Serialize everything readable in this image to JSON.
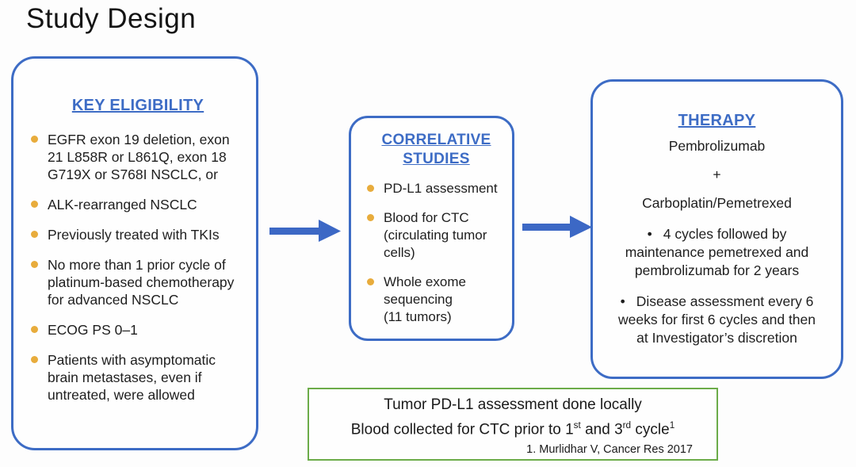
{
  "title": "Study Design",
  "colors": {
    "accent_blue": "#3d6cc5",
    "arrow_blue": "#3c68c5",
    "bullet_gold": "#e8ac3c",
    "note_green": "#6cac49",
    "text": "#1e1e1e"
  },
  "eligibility_box": {
    "heading": "KEY ELIGIBILITY",
    "bullets": [
      "EGFR exon 19 deletion, exon\n21 L858R or L861Q, exon 18\nG719X or S768I NSCLC, or",
      "ALK-rearranged NSCLC",
      "Previously treated with TKIs",
      "No more than 1 prior cycle of\nplatinum-based chemotherapy\nfor advanced NSCLC",
      "ECOG PS 0–1",
      "Patients with asymptomatic\nbrain metastases, even if\nuntreated, were allowed"
    ]
  },
  "correlative_box": {
    "heading": "CORRELATIVE\nSTUDIES",
    "bullets": [
      "PD-L1 assessment",
      "Blood for CTC\n(circulating tumor\ncells)",
      "Whole exome\nsequencing\n(11 tumors)"
    ]
  },
  "therapy_box": {
    "heading": "THERAPY",
    "drug1": "Pembrolizumab",
    "plus": "+",
    "drug2": "Carboplatin/Pemetrexed",
    "bullet_char": "•",
    "bullets": [
      "4 cycles followed by\nmaintenance pemetrexed and\npembrolizumab for 2 years",
      "Disease assessment every 6\nweeks for first 6 cycles and then\nat Investigator’s discretion"
    ]
  },
  "note_box": {
    "line1": "Tumor PD-L1 assessment done locally",
    "line2_prefix": "Blood collected for CTC prior to 1",
    "line2_sup1": "st",
    "line2_mid": " and 3",
    "line2_sup2": "rd",
    "line2_suffix": " cycle",
    "line2_sup3": "1",
    "footnote": "1. Murlidhar V, Cancer Res 2017"
  }
}
